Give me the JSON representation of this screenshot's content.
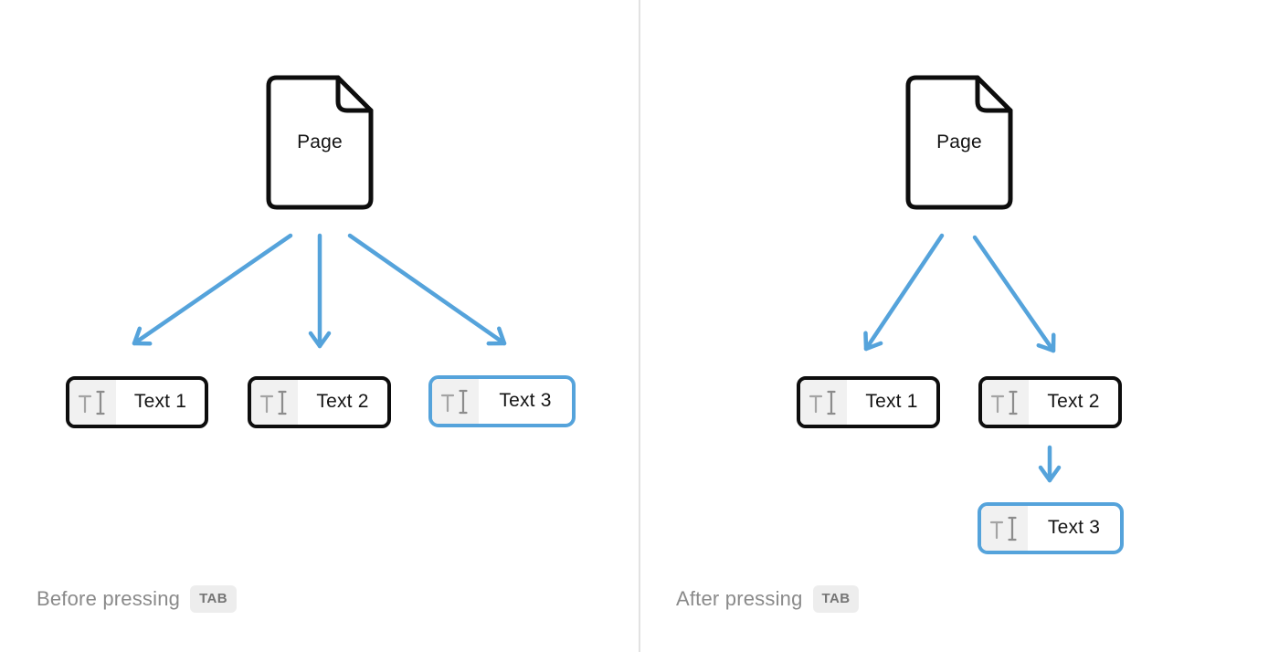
{
  "colors": {
    "accent_blue": "#55A3DB",
    "ink": "#0D0D0D",
    "icon_area_bg": "#F1F1F1",
    "icon_t": "#A4A4A4",
    "icon_cursor": "#8C8C8C",
    "caption": "#8A8A8A",
    "badge_bg": "#EDEDED",
    "badge_text": "#757575",
    "divider": "#E2E2E2"
  },
  "before": {
    "page_label": "Page",
    "caption": "Before pressing",
    "key": "TAB",
    "blocks": [
      {
        "label": "Text 1",
        "highlighted": false
      },
      {
        "label": "Text 2",
        "highlighted": false
      },
      {
        "label": "Text 3",
        "highlighted": true
      }
    ]
  },
  "after": {
    "page_label": "Page",
    "caption": "After pressing",
    "key": "TAB",
    "blocks": [
      {
        "label": "Text 1",
        "highlighted": false
      },
      {
        "label": "Text 2",
        "highlighted": false
      },
      {
        "label": "Text 3",
        "highlighted": true
      }
    ]
  }
}
